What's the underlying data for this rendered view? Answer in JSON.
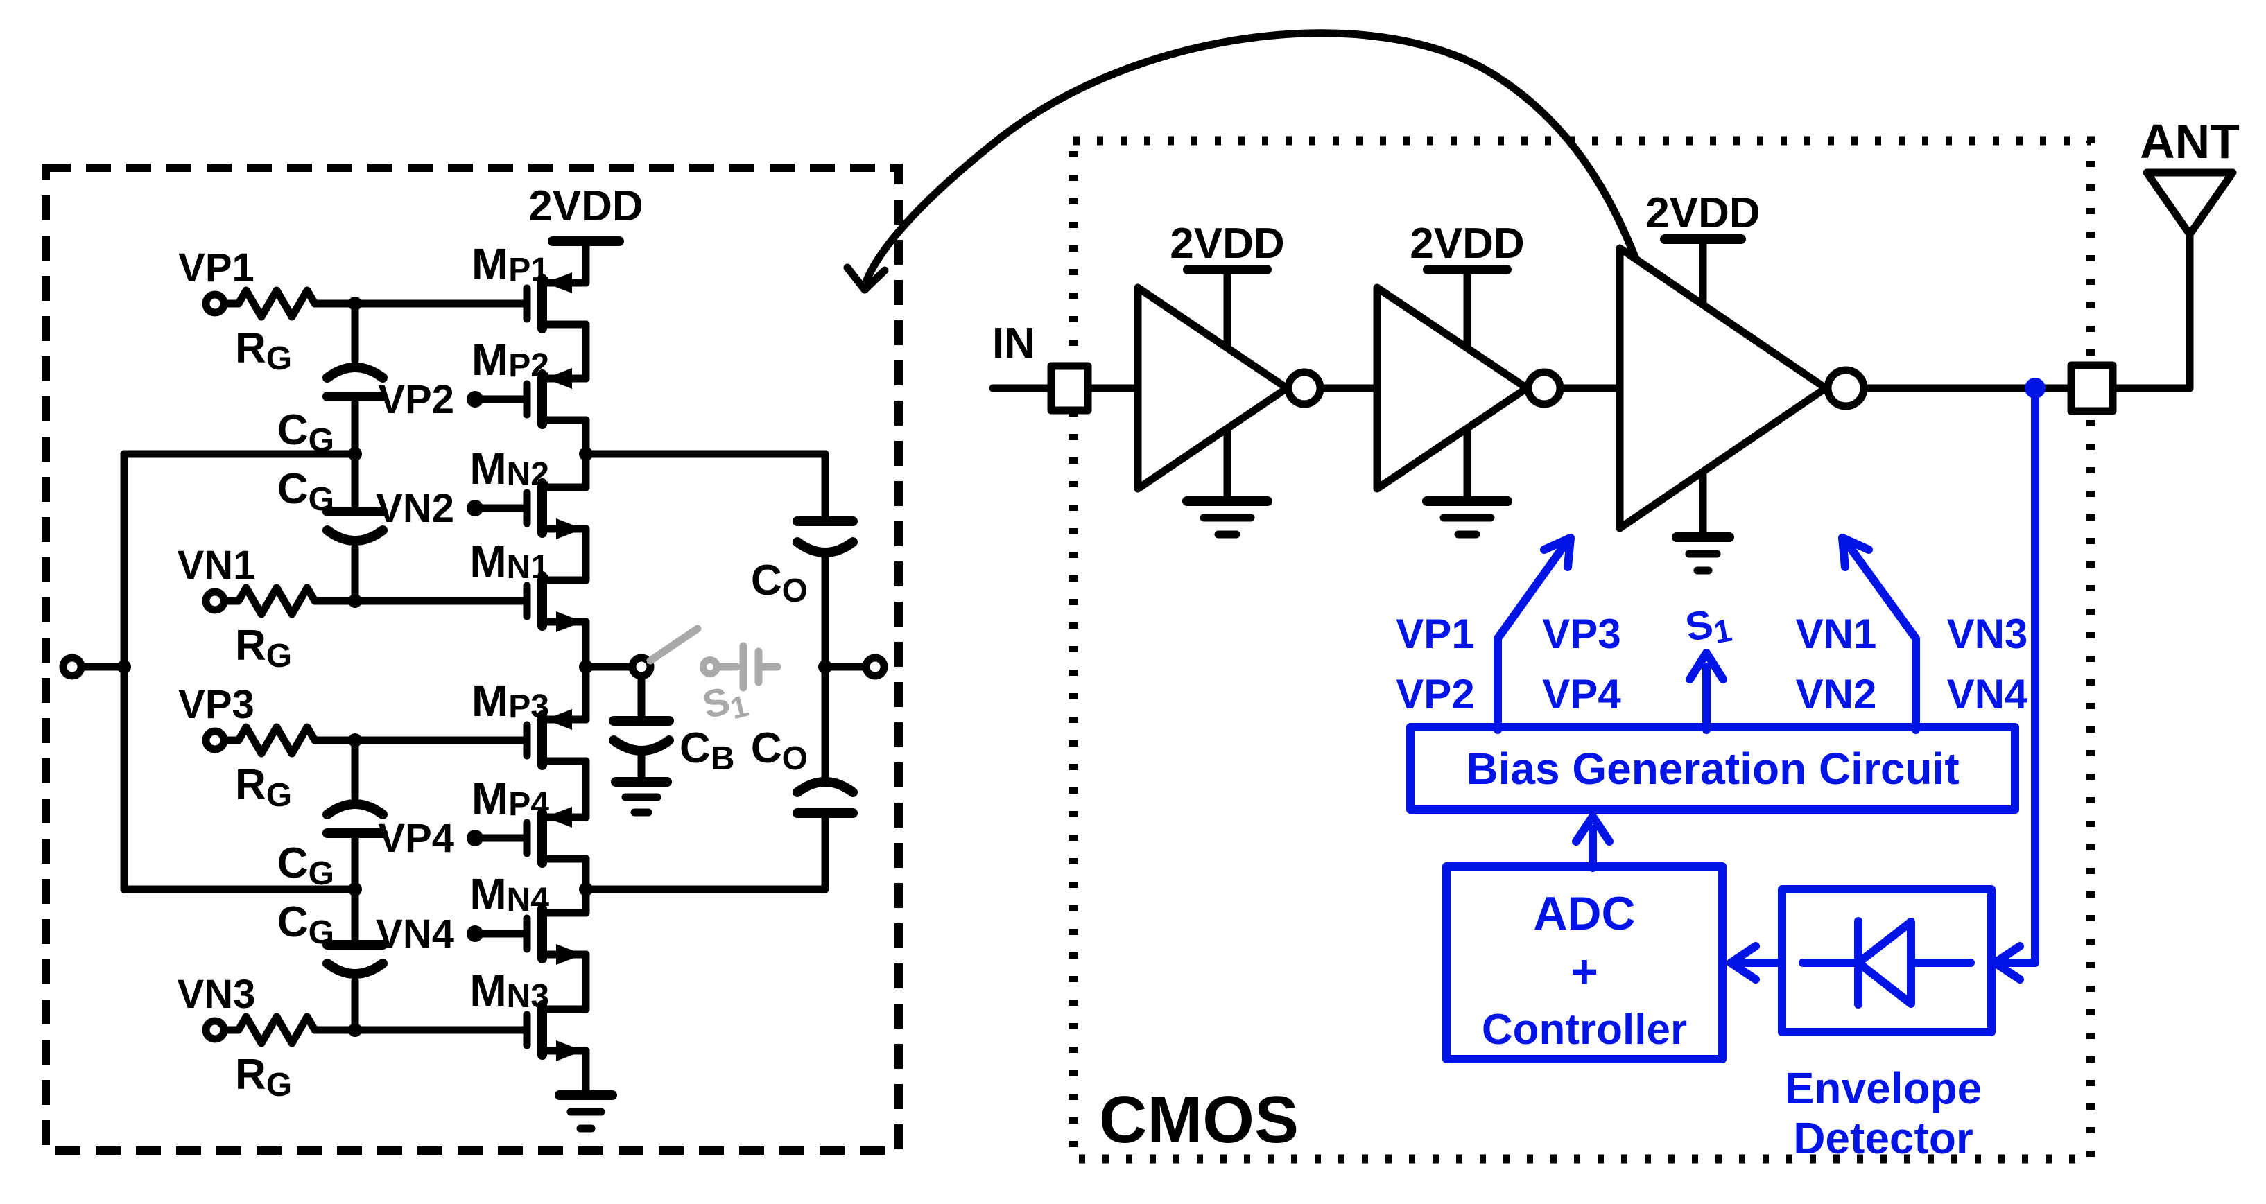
{
  "colors": {
    "black": "#000000",
    "blue": "#0014E6",
    "gray": "#A9A9A9",
    "bg": "#FFFFFF"
  },
  "left_box": {
    "supply_label": "2VDD",
    "terminals": {
      "vp1": "VP1",
      "vn1": "VN1",
      "vp3": "VP3",
      "vn3": "VN3"
    },
    "gate_terminals": {
      "vp2": "VP2",
      "vn2": "VN2",
      "vp4": "VP4",
      "vn4": "VN4"
    },
    "transistors": {
      "mp1": {
        "main": "M",
        "sub": "P1"
      },
      "mp2": {
        "main": "M",
        "sub": "P2"
      },
      "mn2": {
        "main": "M",
        "sub": "N2"
      },
      "mn1": {
        "main": "M",
        "sub": "N1"
      },
      "mp3": {
        "main": "M",
        "sub": "P3"
      },
      "mp4": {
        "main": "M",
        "sub": "P4"
      },
      "mn4": {
        "main": "M",
        "sub": "N4"
      },
      "mn3": {
        "main": "M",
        "sub": "N3"
      }
    },
    "rg": {
      "main": "R",
      "sub": "G"
    },
    "cg": {
      "main": "C",
      "sub": "G"
    },
    "co": {
      "main": "C",
      "sub": "O"
    },
    "cb": {
      "main": "C",
      "sub": "B"
    },
    "s1": {
      "main": "S",
      "sub": "1"
    }
  },
  "right_box": {
    "region_label": "CMOS",
    "input_label": "IN",
    "antenna_label": "ANT",
    "supply_label": "2VDD",
    "s1": {
      "main": "S",
      "sub": "1"
    },
    "bias_groups": {
      "vp12": [
        "VP1",
        "VP2"
      ],
      "vp34": [
        "VP3",
        "VP4"
      ],
      "vn12": [
        "VN1",
        "VN2"
      ],
      "vn34": [
        "VN3",
        "VN4"
      ]
    },
    "bias_box_label": "Bias Generation Circuit",
    "adc_box_lines": [
      "ADC",
      "+",
      "Controller"
    ],
    "envelope_box_lines": [
      "Envelope",
      "Detector"
    ]
  }
}
